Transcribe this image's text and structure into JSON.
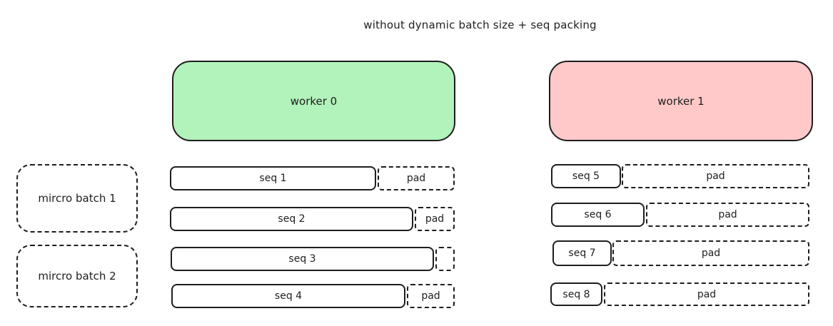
{
  "title": "without dynamic batch size + seq packing",
  "workers": {
    "w0": "worker 0",
    "w1": "worker 1"
  },
  "micro_batches": {
    "mb1": "mircro batch 1",
    "mb2": "mircro batch 2"
  },
  "worker0_rows": [
    {
      "seq": "seq 1",
      "pad": "pad"
    },
    {
      "seq": "seq 2",
      "pad": "pad"
    },
    {
      "seq": "seq 3",
      "pad": ""
    },
    {
      "seq": "seq 4",
      "pad": "pad"
    }
  ],
  "worker1_rows": [
    {
      "seq": "seq 5",
      "pad": "pad"
    },
    {
      "seq": "seq 6",
      "pad": "pad"
    },
    {
      "seq": "seq 7",
      "pad": "pad"
    },
    {
      "seq": "seq 8",
      "pad": "pad"
    }
  ],
  "colors": {
    "worker0_fill": "#b2f2bb",
    "worker1_fill": "#ffc9c9",
    "stroke": "#1e1e1e"
  }
}
